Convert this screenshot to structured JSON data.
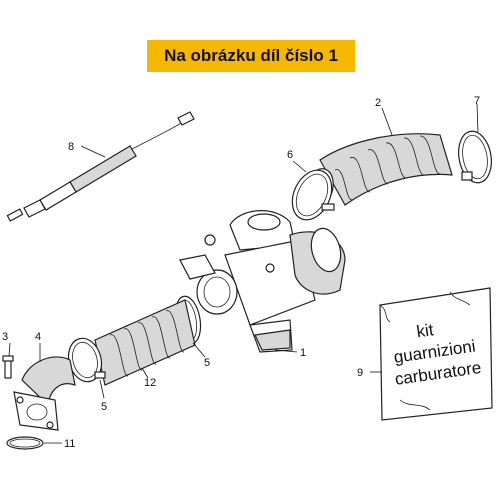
{
  "banner": {
    "text": "Na obrázku díl číslo 1"
  },
  "callouts": {
    "p1": "1",
    "p2": "2",
    "p3": "3",
    "p4": "4",
    "p5a": "5",
    "p5b": "5",
    "p6": "6",
    "p7": "7",
    "p8": "8",
    "p9": "9",
    "p11": "11",
    "p12": "12"
  },
  "kit": {
    "line1": "kit",
    "line2": "guarnizioni",
    "line3": "carburatore"
  },
  "colors": {
    "banner_bg": "#f5b700",
    "line": "#222222"
  }
}
